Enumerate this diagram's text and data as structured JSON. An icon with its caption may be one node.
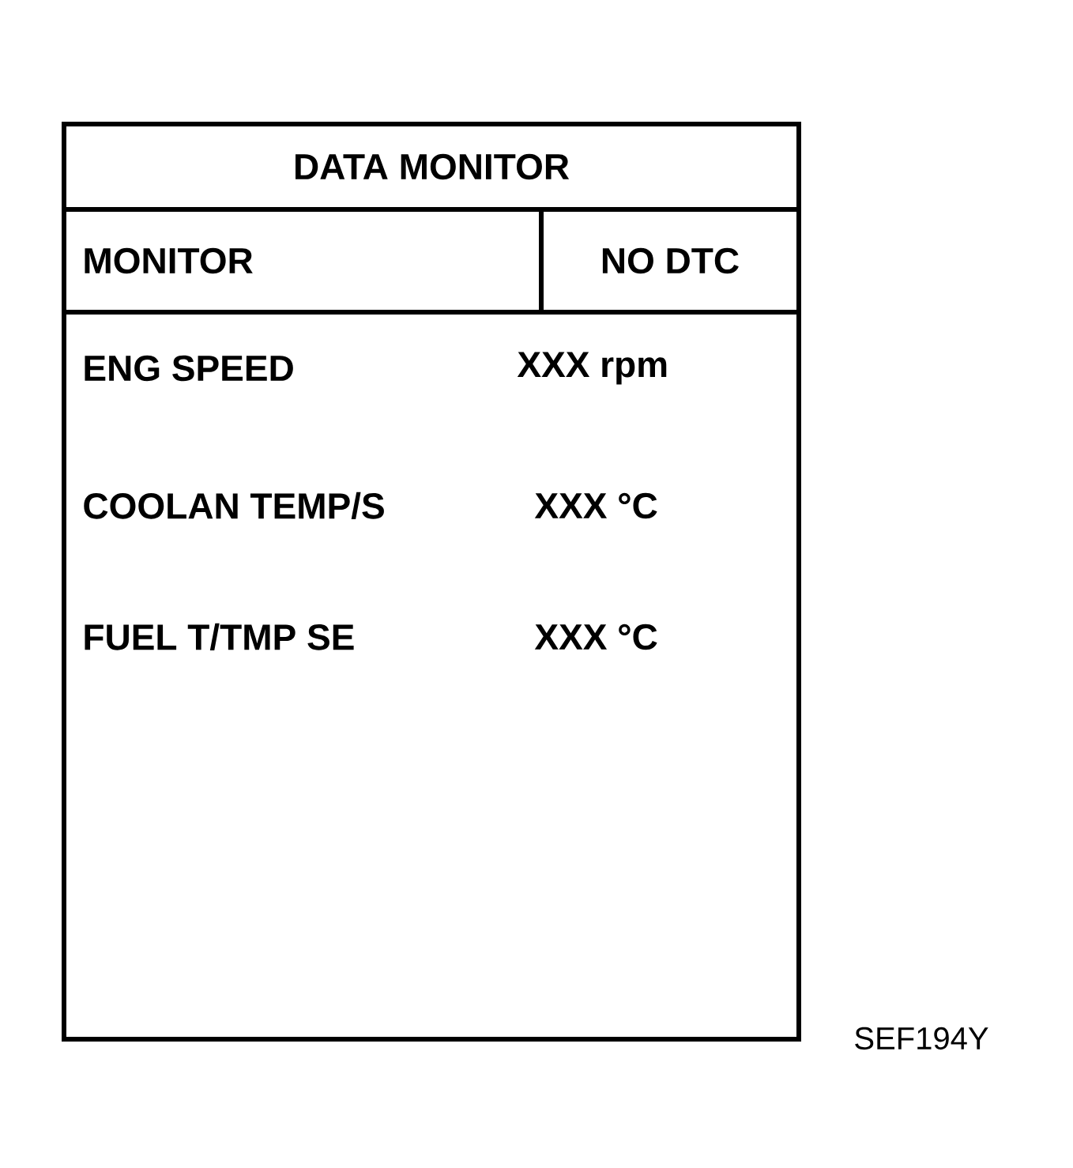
{
  "diagram": {
    "nodes": [
      {
        "text": [
          "DATA MONITOR"
        ]
      },
      {
        "text": [
          "MONITOR"
        ]
      },
      {
        "text": [
          "NO DTC"
        ]
      },
      {
        "text": [
          "ENG SPEED",
          "XXX rpm",
          "COOLAN TEMP/S",
          "XXX °C",
          "FUEL T/TMP SE",
          "XXX °C"
        ]
      }
    ],
    "labels": [
      "SEF194Y"
    ]
  }
}
